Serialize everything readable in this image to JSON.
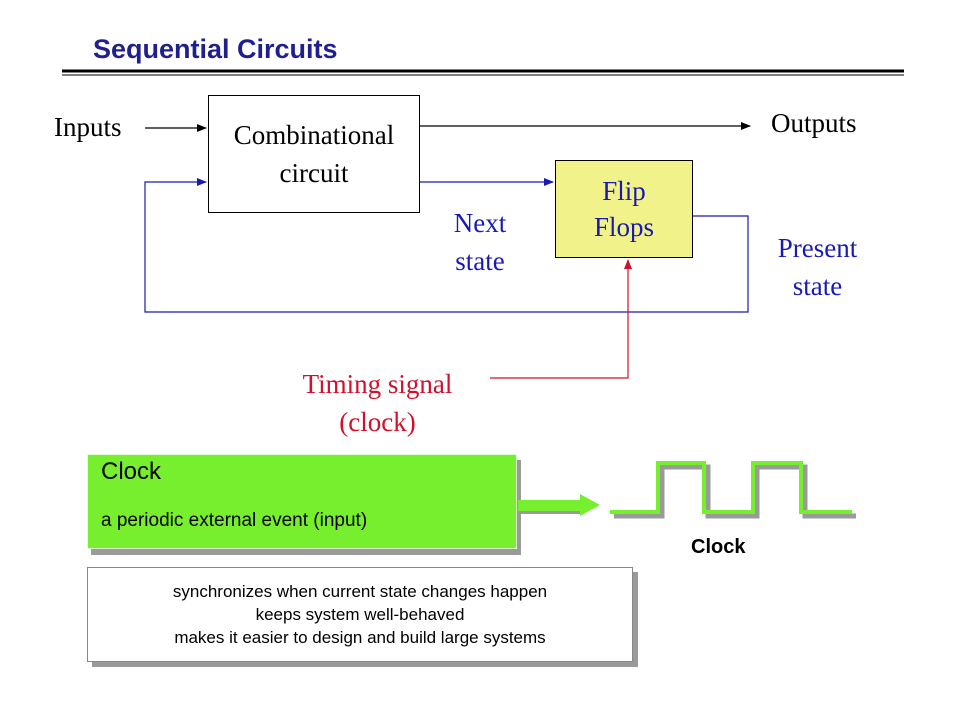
{
  "title": "Sequential Circuits",
  "diagram": {
    "inputs_label": "Inputs",
    "outputs_label": "Outputs",
    "combinational": {
      "line1": "Combinational",
      "line2": "circuit"
    },
    "flip_flops": {
      "line1": "Flip",
      "line2": "Flops"
    },
    "next_state": {
      "line1": "Next",
      "line2": "state"
    },
    "present_state": {
      "line1": "Present",
      "line2": "state"
    },
    "timing_signal": {
      "line1": "Timing signal",
      "line2": "(clock)"
    }
  },
  "clock_definition": {
    "heading": "Clock",
    "description": "a periodic external event (input)"
  },
  "notes": [
    "synchronizes when current state changes happen",
    "keeps system well-behaved",
    "makes it easier to design and build large systems"
  ],
  "waveform_label": "Clock",
  "colors": {
    "title": "#1f1f8f",
    "feedback_line": "#1a1ab0",
    "timing_line": "#d0102c",
    "flip_flop_fill": "#f2f28a",
    "clock_fill": "#77ee2e"
  }
}
